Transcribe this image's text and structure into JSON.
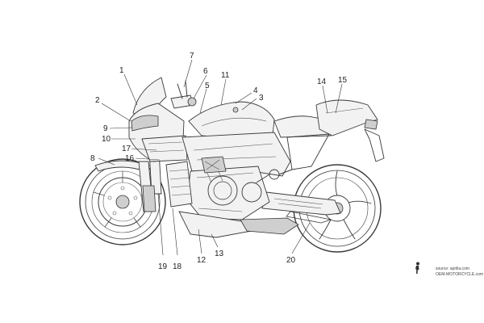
{
  "callouts": {
    "c1": "1",
    "c2": "2",
    "c3": "3",
    "c4": "4",
    "c5": "5",
    "c6": "6",
    "c7": "7",
    "c8": "8",
    "c9": "9",
    "c10": "10",
    "c11": "11",
    "c12": "12",
    "c13": "13",
    "c14": "14",
    "c15": "15",
    "c16": "16",
    "c17": "17",
    "c18": "18",
    "c19": "19",
    "c20": "20"
  },
  "credits": {
    "source_line": "source: aprilia.com",
    "site_line": "OEM-MOTORCYCLE.com"
  },
  "icons": {
    "watermark": "rider-silhouette-icon"
  }
}
